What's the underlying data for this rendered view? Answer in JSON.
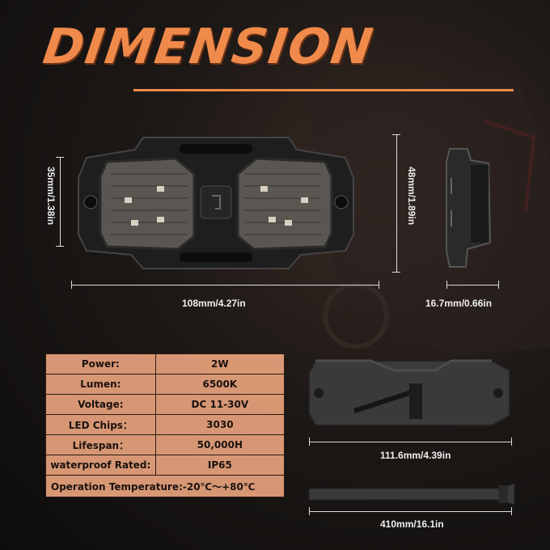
{
  "title": "DIMENSION",
  "colors": {
    "accent": "#f08a4b",
    "table_bg": "#f3aa82",
    "background": "#1c1816"
  },
  "dimensions": {
    "height_small": "35mm/1.38in",
    "height_large": "48mm/1.89in",
    "length_front": "108mm/4.27in",
    "depth_side": "16.7mm/0.66in",
    "length_base": "111.6mm/4.39in",
    "strap_length": "410mm/16.1in"
  },
  "specs": [
    {
      "label": "Power:",
      "value": "2W"
    },
    {
      "label": "Lumen:",
      "value": "6500K"
    },
    {
      "label": "Voltage:",
      "value": "DC 11-30V"
    },
    {
      "label": "LED Chips：",
      "value": "3030"
    },
    {
      "label": "Lifespan：",
      "value": "50,000H"
    },
    {
      "label": "waterproof Rated:",
      "value": "IP65"
    }
  ],
  "operation_temperature": "Operation Temperature:-20℃～+80℃"
}
